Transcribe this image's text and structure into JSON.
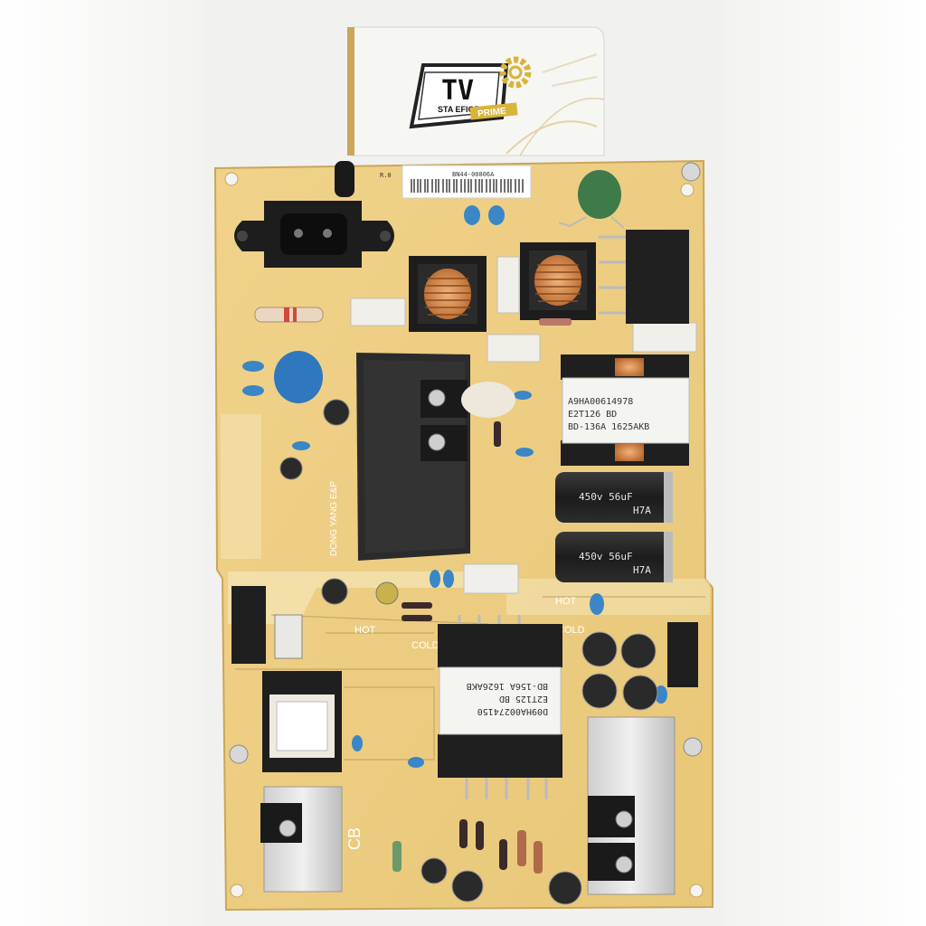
{
  "logo": {
    "tv": "TV",
    "location": "STA EFIGENIA",
    "brand": "PRIME"
  },
  "board": {
    "barcode_text": "BN44-00806A",
    "barcode_revision": "R.0",
    "main_transformer_label": [
      "A9HA00614978",
      "E2T126 BD",
      "BD-136A 1625AKB"
    ],
    "standby_transformer_label": [
      "D09HA00274150",
      "E2T125 BD",
      "BD-156A 1626AKB"
    ],
    "capacitor_label": "450v 56uF",
    "capacitor_series": "H7A",
    "silk_hot": "HOT",
    "silk_cold": "COLD",
    "silk_dongyang": "DONG YANG E&P",
    "silk_cb": "CB"
  }
}
